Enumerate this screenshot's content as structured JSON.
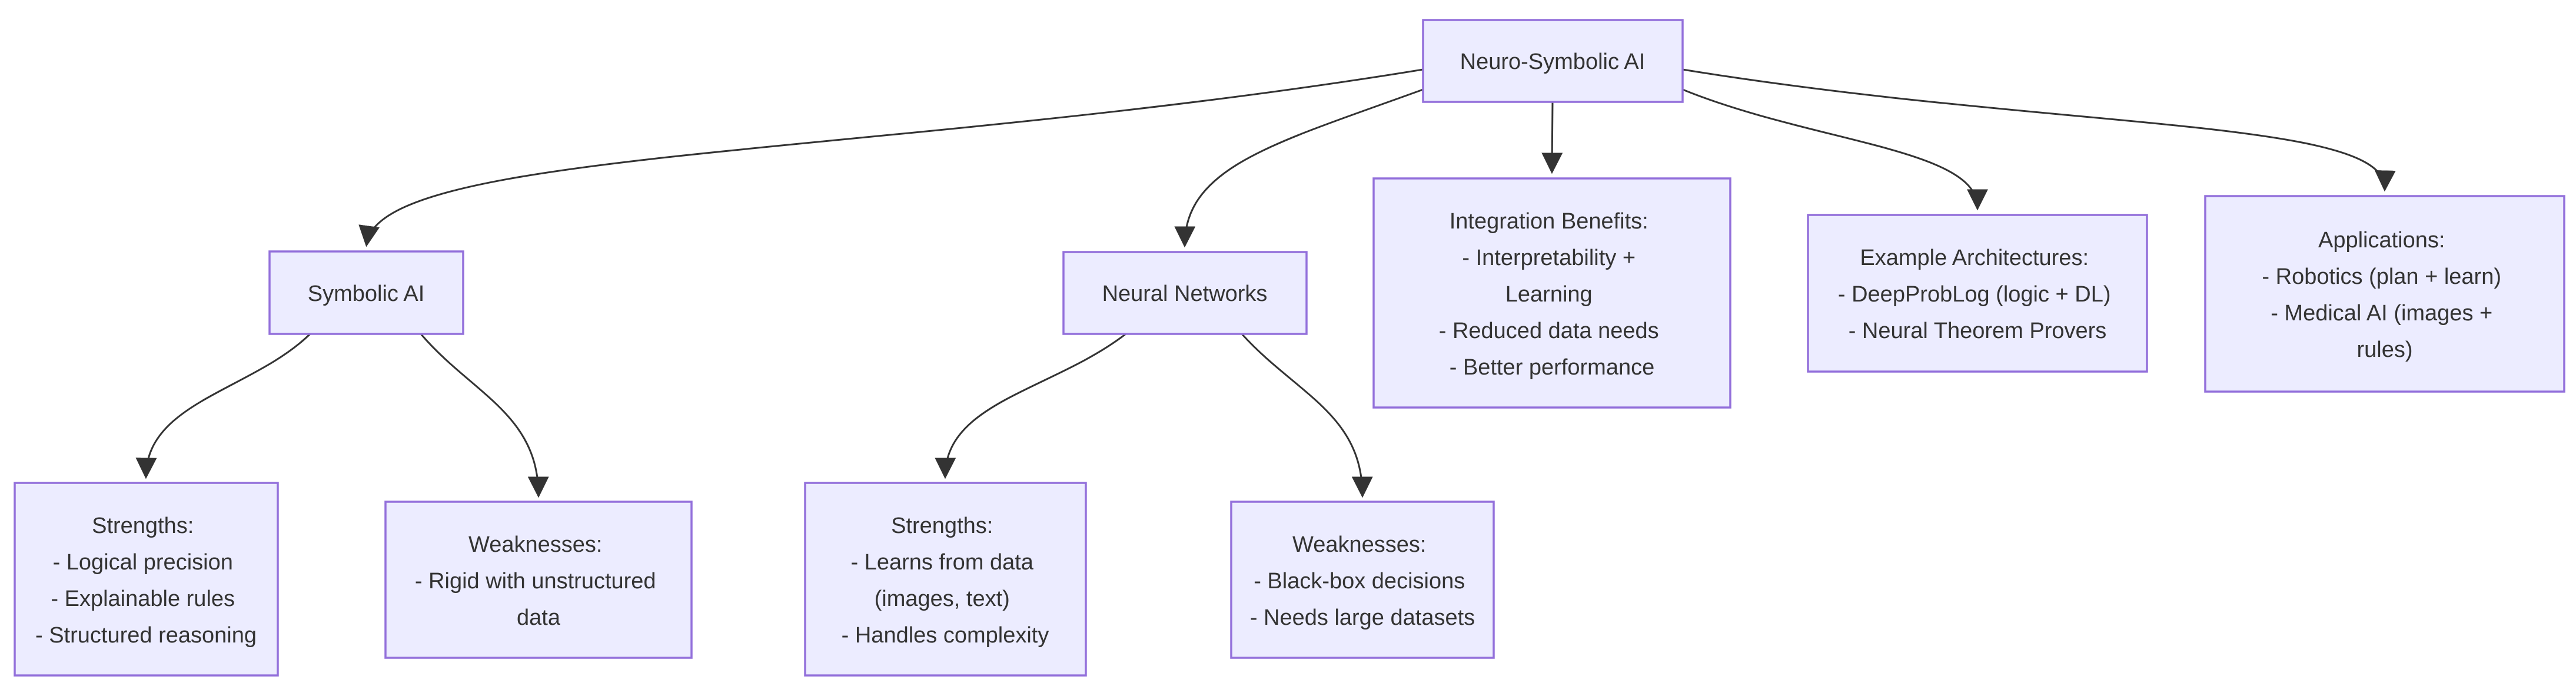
{
  "diagram": {
    "type": "flowchart",
    "style": {
      "background": "#FFFFFF",
      "node_fill": "#ECECFF",
      "node_border": "#9370DB",
      "edge_color": "#333333",
      "text_color": "#333333"
    },
    "nodes": {
      "root": {
        "lines": [
          "Neuro-Symbolic AI"
        ]
      },
      "symbolic": {
        "lines": [
          "Symbolic AI"
        ]
      },
      "neural": {
        "lines": [
          "Neural Networks"
        ]
      },
      "integration": {
        "lines": [
          "Integration Benefits:",
          "- Interpretability +",
          "Learning",
          "- Reduced data needs",
          "- Better performance"
        ]
      },
      "architectures": {
        "lines": [
          "Example Architectures:",
          "- DeepProbLog (logic + DL)",
          "- Neural Theorem Provers"
        ]
      },
      "applications": {
        "lines": [
          "Applications:",
          "- Robotics (plan + learn)",
          "- Medical AI (images +",
          "rules)"
        ]
      },
      "symbolic_strengths": {
        "lines": [
          "Strengths:",
          "- Logical precision",
          "- Explainable rules",
          "- Structured reasoning"
        ]
      },
      "symbolic_weaknesses": {
        "lines": [
          "Weaknesses:",
          "- Rigid with unstructured",
          "data"
        ]
      },
      "neural_strengths": {
        "lines": [
          "Strengths:",
          "- Learns from data",
          "(images, text)",
          "- Handles complexity"
        ]
      },
      "neural_weaknesses": {
        "lines": [
          "Weaknesses:",
          "- Black-box decisions",
          "- Needs large datasets"
        ]
      }
    },
    "edges": [
      {
        "from": "root",
        "to": "symbolic"
      },
      {
        "from": "root",
        "to": "neural"
      },
      {
        "from": "root",
        "to": "integration"
      },
      {
        "from": "root",
        "to": "architectures"
      },
      {
        "from": "root",
        "to": "applications"
      },
      {
        "from": "symbolic",
        "to": "symbolic_strengths"
      },
      {
        "from": "symbolic",
        "to": "symbolic_weaknesses"
      },
      {
        "from": "neural",
        "to": "neural_strengths"
      },
      {
        "from": "neural",
        "to": "neural_weaknesses"
      }
    ]
  }
}
